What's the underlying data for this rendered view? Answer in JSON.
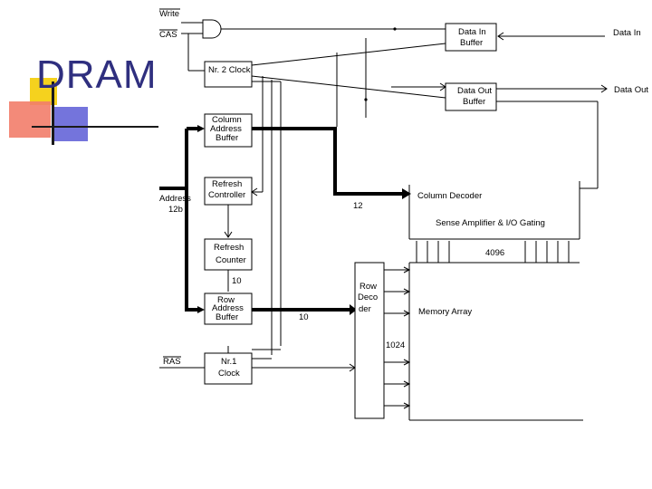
{
  "slide": {
    "title": "DRAM"
  },
  "diagram": {
    "signals": {
      "write": "Write",
      "cas": "CAS",
      "ras": "RAS",
      "address_line1": "Address",
      "address_line2": "12b",
      "data_in": "Data In",
      "data_out": "Data Out"
    },
    "blocks": {
      "data_in_buffer": [
        "Data In",
        "Buffer"
      ],
      "data_out_buffer": [
        "Data Out",
        "Buffer"
      ],
      "clock2": "Nr. 2 Clock",
      "column_address_buffer": [
        "Column",
        "Address",
        "Buffer"
      ],
      "refresh_controller": [
        "Refresh",
        "Controller"
      ],
      "refresh_counter": [
        "Refresh",
        "Counter"
      ],
      "row_address_buffer": [
        "Row",
        "Address",
        "Buffer"
      ],
      "clock1": [
        "Nr.1",
        "Clock"
      ],
      "row_decoder": [
        "Row",
        "Deco",
        "der"
      ],
      "column_decoder": "Column Decoder",
      "sense_amplifier": "Sense Amplifier & I/O Gating",
      "memory_array": "Memory Array"
    },
    "bus_labels": {
      "col_bus": "12",
      "refresh_to_row": "10",
      "row_bus": "10",
      "array_bits": "4096",
      "row_lines": "1024"
    }
  },
  "colors": {
    "title": "#2f2f7f",
    "deco_yellow": "#f5d21e",
    "deco_red": "#f27d6a",
    "deco_blue": "#5c5cd6"
  }
}
